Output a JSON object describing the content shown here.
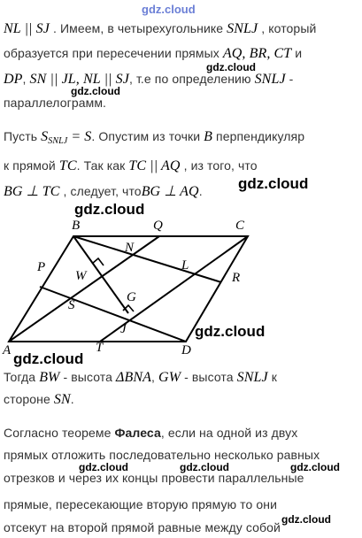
{
  "watermarks": {
    "top": "gdz.cloud",
    "w1": "gdz.cloud",
    "w2": "gdz.cloud",
    "w3": "gdz.cloud",
    "w4": "gdz.cloud",
    "w5": "gdz.cloud",
    "w6": "gdz.cloud",
    "w7": "gdz.cloud",
    "w8": "gdz.cloud",
    "w9": "gdz.cloud",
    "w10": "gdz.cloud"
  },
  "p1": {
    "l1_math": "NL || SJ",
    "l1_text": ". Имеем, в четырехугольнике",
    "l1_math2": "SNLJ",
    "l1_text2": ", который",
    "l2_text": "образуется при пересечении прямых",
    "l2_math": "AQ, BR, CT",
    "l2_text2": "и",
    "l3_math": "DP",
    "l3_text": ",",
    "l3_math2": "SN || JL, NL || SJ",
    "l3_text2": ", т.е по определению",
    "l3_math3": "SNLJ",
    "l3_text3": "-",
    "l4_text": "параллелограмм."
  },
  "p2": {
    "l1_text": "Пусть",
    "l1_math_s": "S",
    "l1_math_sub": "SNLJ",
    "l1_math_eq": "= S",
    "l1_text2": ". Опустим из точки",
    "l1_math2": "B",
    "l1_text3": "перпендикуляр",
    "l2_text": "к прямой",
    "l2_math": "TC",
    "l2_text2": ". Так как",
    "l2_math2": "TC || AQ",
    "l2_text3": ", из того, что",
    "l3_math": "BG ⊥ TC",
    "l3_text": ", следует, что",
    "l3_math2": "BG ⊥ AQ",
    "l3_text2": "."
  },
  "figure": {
    "labels": {
      "B": "B",
      "Q": "Q",
      "C": "C",
      "N": "N",
      "P": "P",
      "W": "W",
      "L": "L",
      "R": "R",
      "G": "G",
      "S": "S",
      "J": "J",
      "A": "A",
      "T": "T",
      "D": "D"
    }
  },
  "p3": {
    "l1_text": "Тогда",
    "l1_math": "BW",
    "l1_text2": "- высота",
    "l1_math2": "ΔBNA",
    "l1_text3": ",",
    "l1_math3": "GW",
    "l1_text4": "- высота",
    "l1_math4": "SNLJ",
    "l1_text5": "к",
    "l2_text": "стороне",
    "l2_math": "SN",
    "l2_text2": "."
  },
  "p4": {
    "l1_text": "Согласно теореме",
    "l1_bold": "Фалеса",
    "l1_text2": ", если на одной из двух",
    "l2": "прямых отложить последовательно несколько равных",
    "l3": "отрезков и через их концы провести параллельные",
    "l4": "прямые, пересекающие вторую прямую то они",
    "l5": "отсекут на второй прямой равные между собой"
  }
}
